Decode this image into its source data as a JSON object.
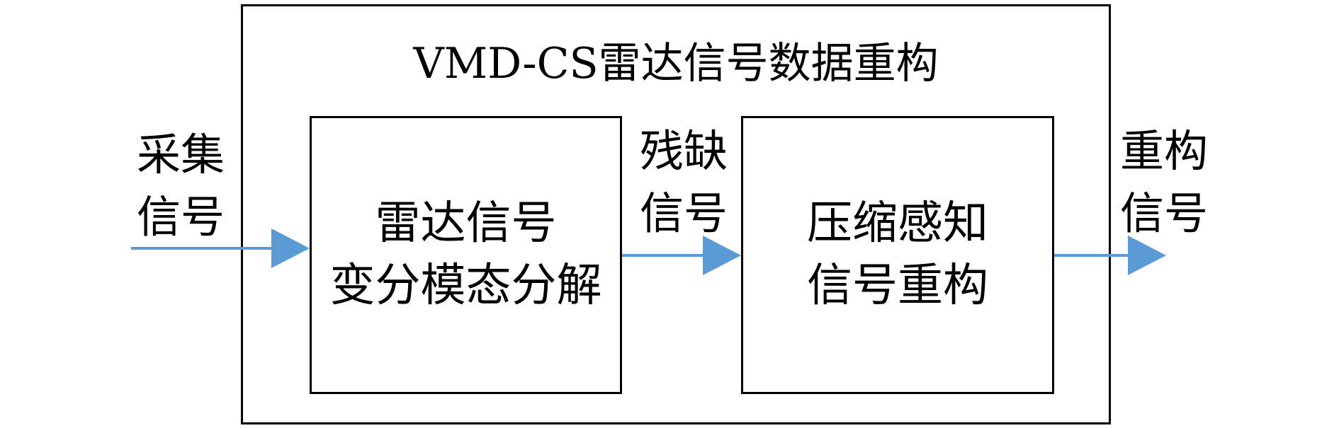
{
  "title": "VMD-CS雷达信号数据重构",
  "input_label": [
    "采集",
    "信号"
  ],
  "block1_text": [
    "雷达信号",
    "变分模态分解"
  ],
  "middle_label": [
    "残缺",
    "信号"
  ],
  "block2_text": [
    "压缩感知",
    "信号重构"
  ],
  "output_label": [
    "重构",
    "信号"
  ],
  "colors": {
    "arrow": "#5b9bd5",
    "box_border": "#000000"
  }
}
